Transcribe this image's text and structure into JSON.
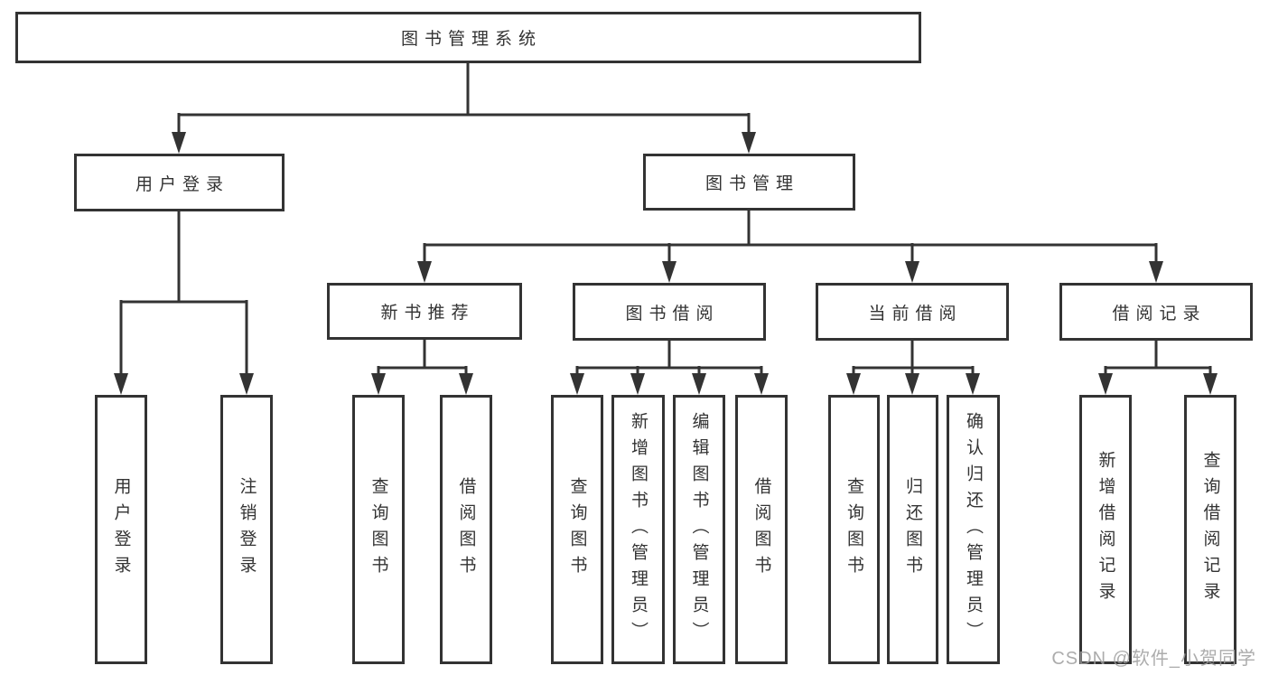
{
  "nodes": {
    "root": "图书管理系统",
    "user_login": "用户登录",
    "book_mgmt": "图书管理",
    "new_books": "新书推荐",
    "book_borrow": "图书借阅",
    "current_borrow": "当前借阅",
    "borrow_records": "借阅记录",
    "leaf_login": "用户登录",
    "leaf_logout": "注销登录",
    "nb_query": "查询图书",
    "nb_borrow": "借阅图书",
    "bw_query": "查询图书",
    "bw_add": "新增图书（管理员）",
    "bw_edit": "编辑图书（管理员）",
    "bw_borrow": "借阅图书",
    "cur_query": "查询图书",
    "cur_return": "归还图书",
    "cur_confirm": "确认归还（管理员）",
    "rec_add": "新增借阅记录",
    "rec_query": "查询借阅记录"
  },
  "watermark": "CSDN @软件_小贺同学",
  "colors": {
    "line": "#333333",
    "text": "#333333",
    "watermark": "#9e9e9e",
    "background": "#ffffff"
  }
}
